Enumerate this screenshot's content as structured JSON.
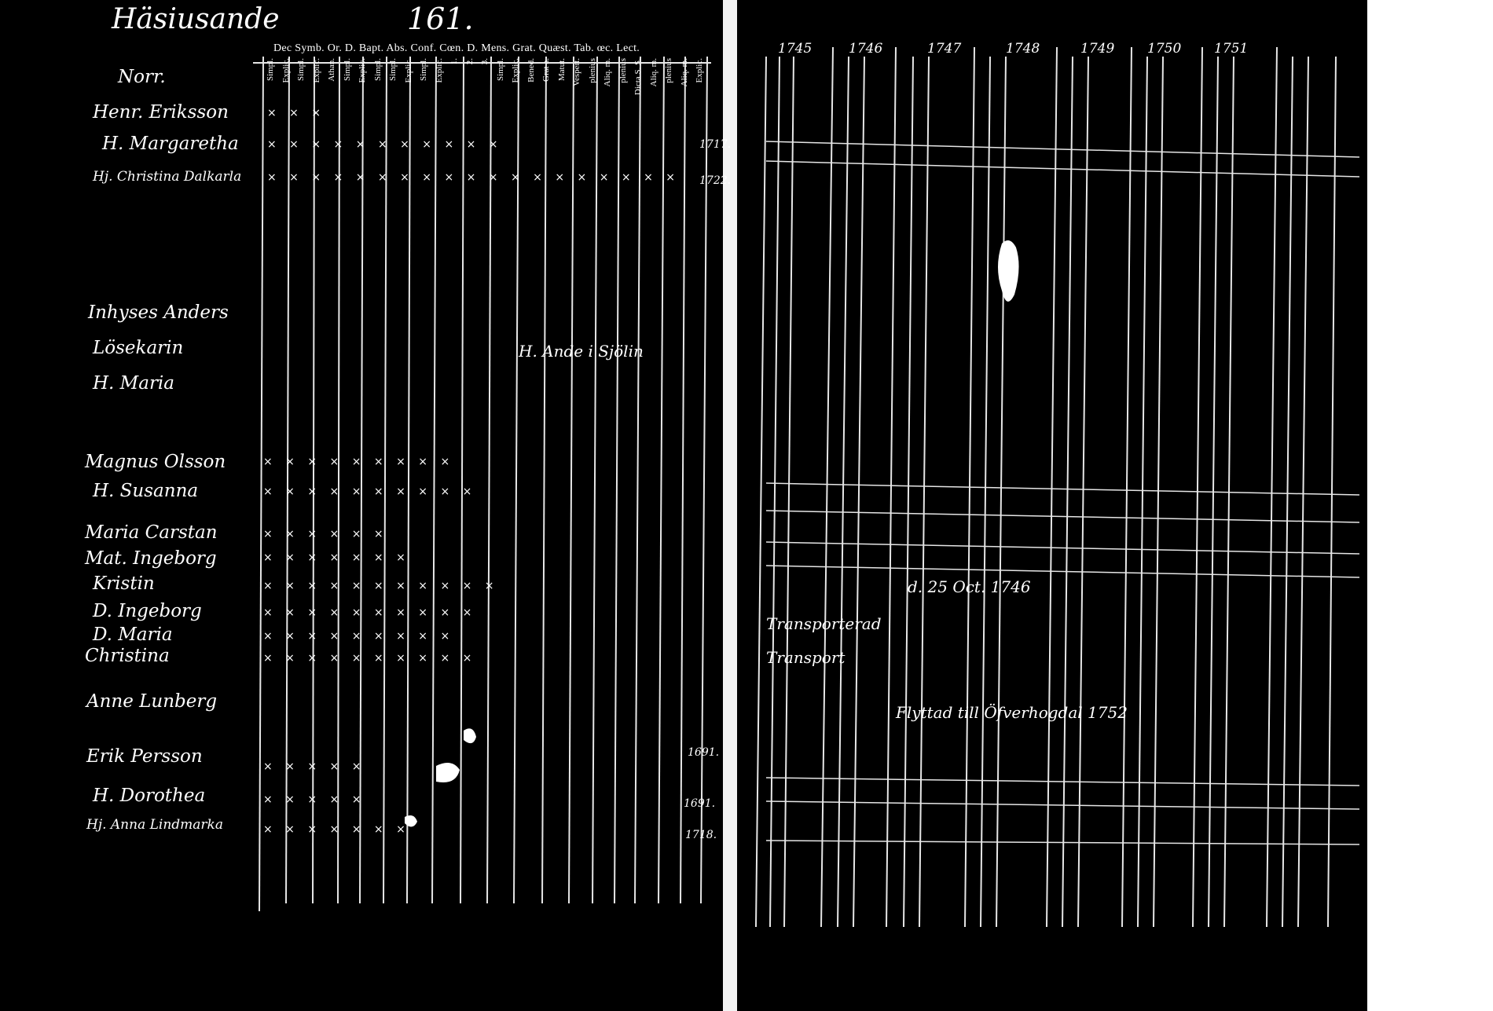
{
  "register": {
    "village": "Häsiusande",
    "page_number": "161."
  },
  "columns_header": {
    "groups_line": "Dec Symb. Or. D. Bapt. Abs. Conf. Cœn. D. Mens. Grat. Quæst. Tab. œc. Lect.",
    "sub_columns": [
      "Simpl.",
      "Explic.",
      "Simpl.",
      "Explic.",
      "Athan.",
      "Simpl.",
      "Explic.",
      "Simpl.",
      "Simpl.",
      "Explic.",
      "Simpl.",
      "Explic.",
      "1.",
      "2.",
      "3.",
      "Simpl.",
      "Explic.",
      "Bened.",
      "Grat a.",
      "Matut.",
      "Vespert.",
      "plenius",
      "Aliq. m.",
      "plenius",
      "Dicta S. S.",
      "Aliq. m.",
      "plenius",
      "Aliq. m.",
      "Explic."
    ]
  },
  "years": [
    "1745",
    "1746",
    "1747",
    "1748",
    "1749",
    "1750",
    "1751"
  ],
  "households": [
    {
      "farm": "Norr.",
      "people": [
        {
          "name": "Henr. Eriksson",
          "marks": "× × ×",
          "birth_year": ""
        },
        {
          "name": "H. Margaretha",
          "marks": "× × × × × × × × × × ×",
          "birth_year": "1717."
        },
        {
          "name": "Hj. Christina Dalkarla",
          "marks": "× × × × × × × × × × × × × × × × × × ×",
          "birth_year": "1722."
        }
      ]
    },
    {
      "farm": "",
      "people": [
        {
          "name": "Inhyses Anders",
          "marks": "",
          "birth_year": ""
        },
        {
          "name": "Lösekarin",
          "marks": "",
          "birth_year": ""
        },
        {
          "name": "H. Maria",
          "marks": "",
          "birth_year": ""
        }
      ],
      "note": "H. Ande i Sjölin"
    },
    {
      "farm": "",
      "people": [
        {
          "name": "Magnus Olsson",
          "marks": "× × × × × × × × ×",
          "birth_year": ""
        },
        {
          "name": "H. Susanna",
          "marks": "× × × × × × × × × ×",
          "birth_year": ""
        },
        {
          "name": "Maria Carstan",
          "marks": "× × × × × ×",
          "birth_year": ""
        },
        {
          "name": "Mat. Ingeborg",
          "marks": "× × × × × × ×",
          "birth_year": ""
        },
        {
          "name": "Kristin",
          "marks": "× × × × × × × × × × ×",
          "birth_year": ""
        },
        {
          "name": "D. Ingeborg",
          "marks": "× × × × × × × × × ×",
          "birth_year": ""
        },
        {
          "name": "D. Maria",
          "marks": "× × × × × × × × ×",
          "birth_year": ""
        },
        {
          "name": "Christina",
          "marks": "× × × × × × × × × ×",
          "birth_year": ""
        }
      ],
      "notes": [
        "Transporterad",
        "Transport"
      ]
    },
    {
      "farm": "Anne Lunberg",
      "people": [
        {
          "name": "Erik Persson",
          "marks": "× × × × ×",
          "birth_year": "1691."
        },
        {
          "name": "H. Dorothea",
          "marks": "× × × × ×",
          "birth_year": "1691."
        },
        {
          "name": "Hj. Anna Lindmarka",
          "marks": "× × × × × × ×",
          "birth_year": "1718."
        }
      ],
      "note": "Flyttad till Öfverhogdal 1752"
    }
  ],
  "marginal_date": "d. 25 Oct. 1746"
}
